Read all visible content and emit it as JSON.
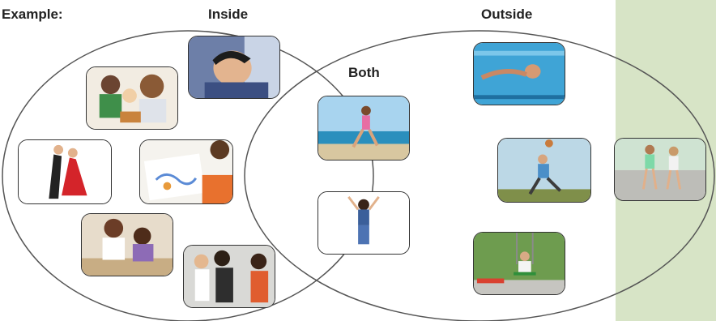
{
  "labels": {
    "example": "Example:",
    "inside": "Inside",
    "outside": "Outside",
    "both": "Both"
  },
  "photos": {
    "inside": [
      "sleeping-child",
      "children-eating",
      "ballroom-dancers",
      "child-drawing",
      "mother-daughter-cooking",
      "children-singing"
    ],
    "both": [
      "girl-running-beach",
      "girl-jumping"
    ],
    "outside": [
      "swimmer",
      "boy-catching-ball",
      "girls-rollerskating",
      "girl-on-swing"
    ]
  },
  "colors": {
    "side_panel": "#d7e4c6",
    "circle_stroke": "#555555"
  }
}
